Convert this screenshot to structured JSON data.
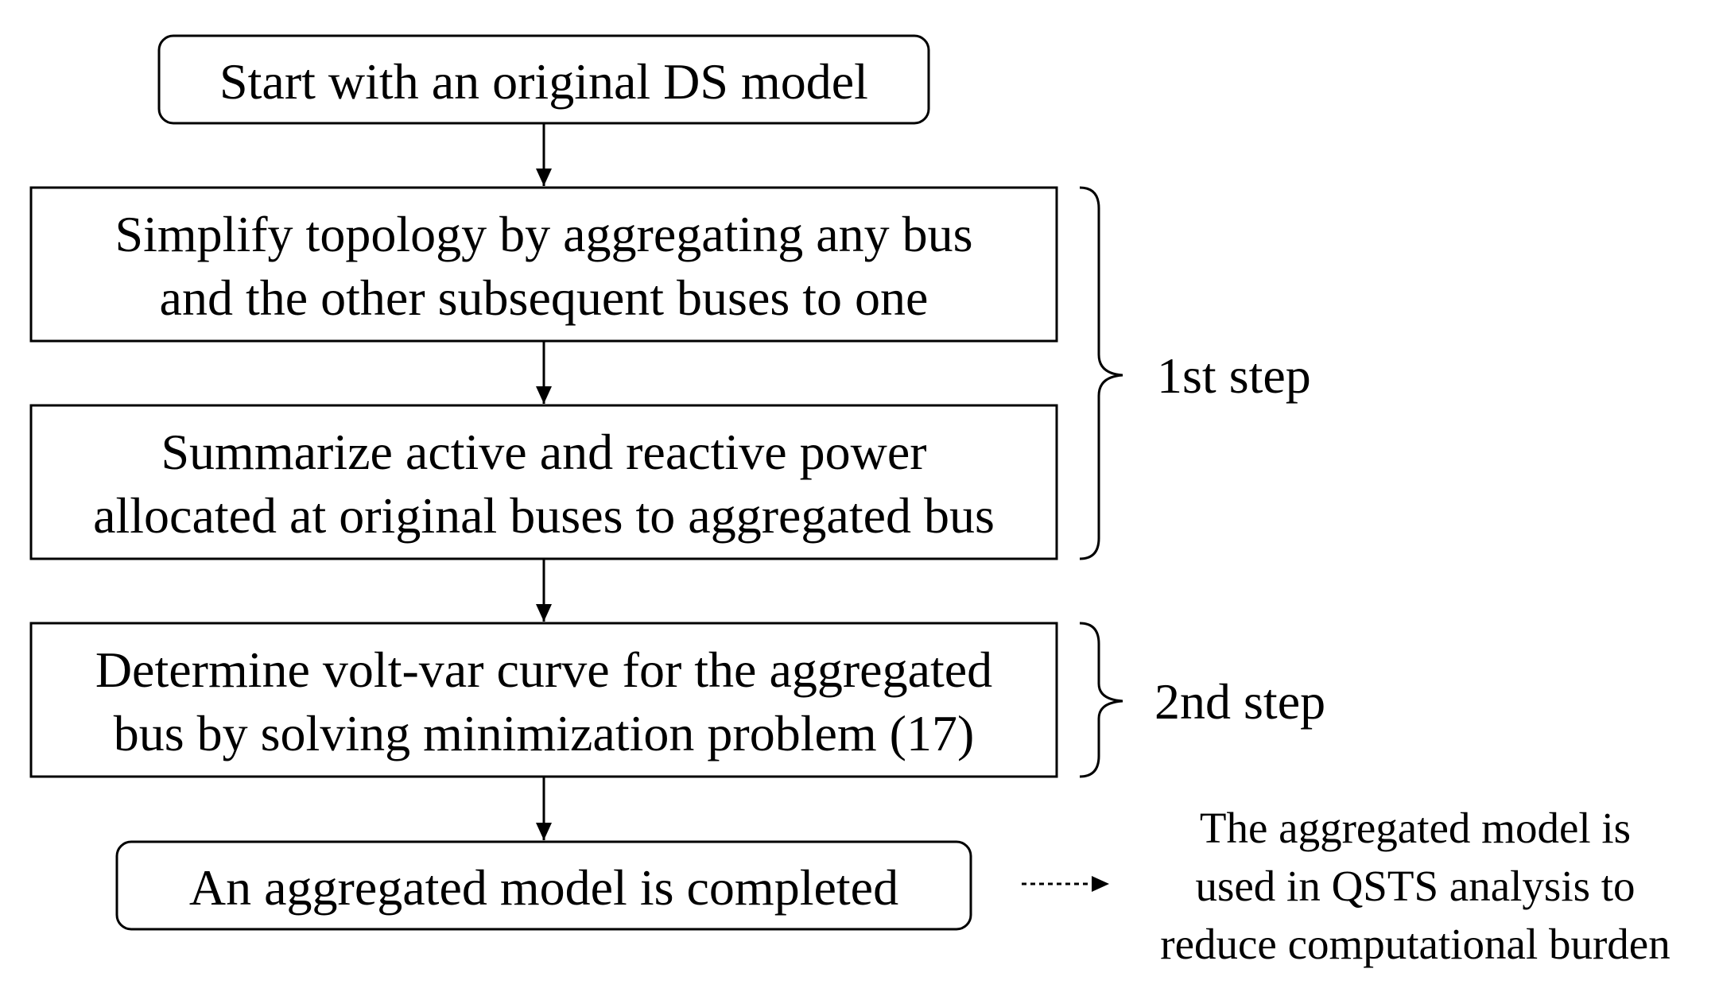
{
  "diagram": {
    "nodes": [
      {
        "id": "start",
        "shape": "rounded",
        "lines": [
          "Start with an original DS model"
        ]
      },
      {
        "id": "simplify",
        "shape": "rect",
        "lines": [
          "Simplify topology by aggregating any bus",
          "and the other subsequent buses to one"
        ]
      },
      {
        "id": "summarize",
        "shape": "rect",
        "lines": [
          "Summarize active and reactive power",
          "allocated at original buses to aggregated bus"
        ]
      },
      {
        "id": "determine",
        "shape": "rect",
        "lines": [
          "Determine volt-var curve for the aggregated",
          "bus by solving minimization problem (17)"
        ]
      },
      {
        "id": "end",
        "shape": "rounded",
        "lines": [
          "An aggregated model is completed"
        ]
      }
    ],
    "edges": [
      {
        "from": "start",
        "to": "simplify",
        "style": "solid"
      },
      {
        "from": "simplify",
        "to": "summarize",
        "style": "solid"
      },
      {
        "from": "summarize",
        "to": "determine",
        "style": "solid"
      },
      {
        "from": "determine",
        "to": "end",
        "style": "solid"
      },
      {
        "from": "end",
        "to": "note",
        "style": "dashed"
      }
    ],
    "groups": [
      {
        "label": "1st step",
        "nodes": [
          "simplify",
          "summarize"
        ]
      },
      {
        "label": "2nd step",
        "nodes": [
          "determine"
        ]
      }
    ],
    "note": {
      "lines": [
        "The aggregated model is",
        "used in QSTS analysis to",
        "reduce computational burden"
      ]
    }
  }
}
